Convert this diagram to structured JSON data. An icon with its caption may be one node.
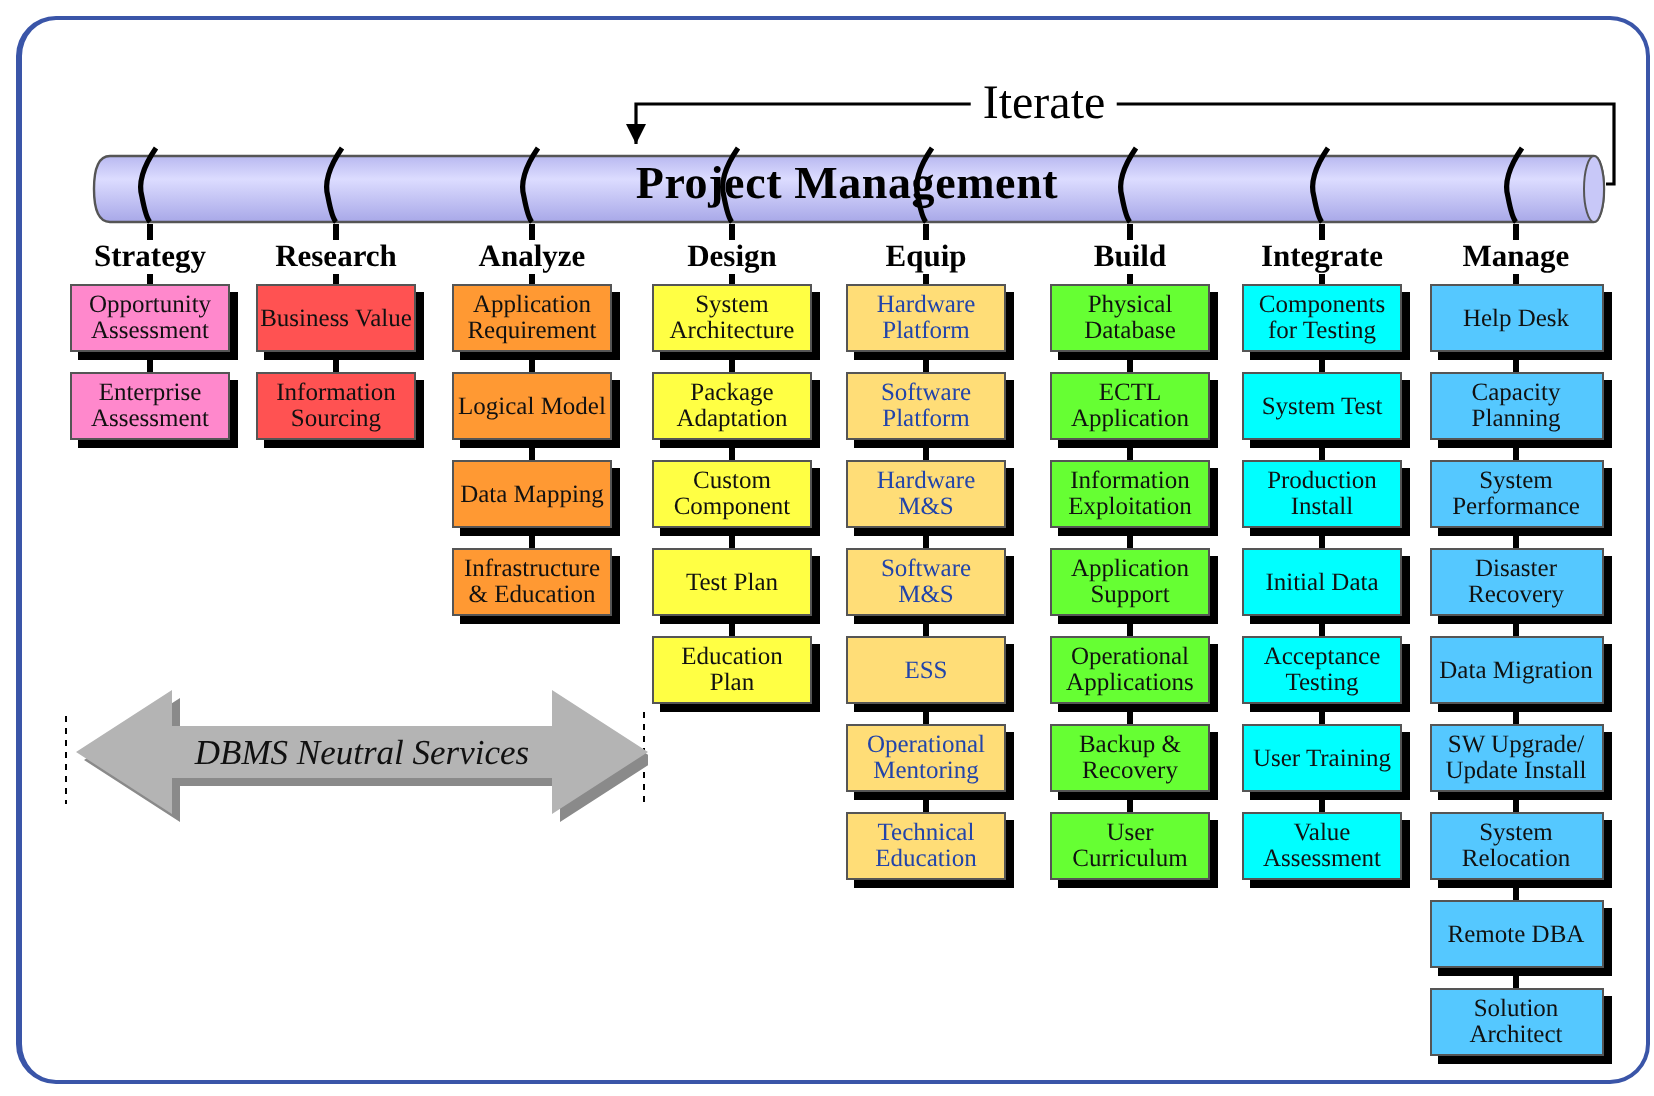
{
  "diagram": {
    "nodes": [
      {
        "text": [
          "Project Management"
        ]
      },
      {
        "text": [
          "Strategy"
        ]
      },
      {
        "text": [
          "Opportunity Assessment"
        ]
      },
      {
        "text": [
          "Enterprise Assessment"
        ]
      },
      {
        "text": [
          "Research"
        ]
      },
      {
        "text": [
          "Business Value"
        ]
      },
      {
        "text": [
          "Information Sourcing"
        ]
      },
      {
        "text": [
          "Analyze"
        ]
      },
      {
        "text": [
          "Application Requirement"
        ]
      },
      {
        "text": [
          "Logical Model"
        ]
      },
      {
        "text": [
          "Data Mapping"
        ]
      },
      {
        "text": [
          "Infrastructure & Education"
        ]
      },
      {
        "text": [
          "Design"
        ]
      },
      {
        "text": [
          "System Architecture"
        ]
      },
      {
        "text": [
          "Package Adaptation"
        ]
      },
      {
        "text": [
          "Custom Component"
        ]
      },
      {
        "text": [
          "Test Plan"
        ]
      },
      {
        "text": [
          "Education Plan"
        ]
      },
      {
        "text": [
          "Equip"
        ]
      },
      {
        "text": [
          "Hardware Platform"
        ]
      },
      {
        "text": [
          "Software Platform"
        ]
      },
      {
        "text": [
          "Hardware M&S"
        ]
      },
      {
        "text": [
          "Software M&S"
        ]
      },
      {
        "text": [
          "ESS"
        ]
      },
      {
        "text": [
          "Operational Mentoring"
        ]
      },
      {
        "text": [
          "Technical Education"
        ]
      },
      {
        "text": [
          "Build"
        ]
      },
      {
        "text": [
          "Physical Database"
        ]
      },
      {
        "text": [
          "ECTL Application"
        ]
      },
      {
        "text": [
          "Information Exploitation"
        ]
      },
      {
        "text": [
          "Application Support"
        ]
      },
      {
        "text": [
          "Operational Applications"
        ]
      },
      {
        "text": [
          "Backup & Recovery"
        ]
      },
      {
        "text": [
          "User Curriculum"
        ]
      },
      {
        "text": [
          "Integrate"
        ]
      },
      {
        "text": [
          "Components for Testing"
        ]
      },
      {
        "text": [
          "System Test"
        ]
      },
      {
        "text": [
          "Production Install"
        ]
      },
      {
        "text": [
          "Initial Data"
        ]
      },
      {
        "text": [
          "Acceptance Testing"
        ]
      },
      {
        "text": [
          "User Training"
        ]
      },
      {
        "text": [
          "Value Assessment"
        ]
      },
      {
        "text": [
          "Manage"
        ]
      },
      {
        "text": [
          "Help Desk"
        ]
      },
      {
        "text": [
          "Capacity Planning"
        ]
      },
      {
        "text": [
          "System Performance"
        ]
      },
      {
        "text": [
          "Disaster Recovery"
        ]
      },
      {
        "text": [
          "Data Migration"
        ]
      },
      {
        "text": [
          "SW Upgrade/ Update Install"
        ]
      },
      {
        "text": [
          "System Relocation"
        ]
      },
      {
        "text": [
          "Remote DBA"
        ]
      },
      {
        "text": [
          "Solution Architect"
        ]
      },
      {
        "text": [
          "DBMS Neutral Services"
        ]
      }
    ],
    "edges": [
      {
        "from": 0,
        "to": 0,
        "arrow": "to",
        "label": "Iterate"
      },
      {
        "from": 0,
        "to": 1,
        "arrow": "none"
      },
      {
        "from": 1,
        "to": 2,
        "arrow": "none"
      },
      {
        "from": 2,
        "to": 3,
        "arrow": "none"
      },
      {
        "from": 0,
        "to": 4,
        "arrow": "none"
      },
      {
        "from": 4,
        "to": 5,
        "arrow": "none"
      },
      {
        "from": 5,
        "to": 6,
        "arrow": "none"
      },
      {
        "from": 0,
        "to": 7,
        "arrow": "none"
      },
      {
        "from": 7,
        "to": 8,
        "arrow": "none"
      },
      {
        "from": 8,
        "to": 9,
        "arrow": "none"
      },
      {
        "from": 9,
        "to": 10,
        "arrow": "none"
      },
      {
        "from": 10,
        "to": 11,
        "arrow": "none"
      },
      {
        "from": 0,
        "to": 12,
        "arrow": "none"
      },
      {
        "from": 12,
        "to": 13,
        "arrow": "none"
      },
      {
        "from": 13,
        "to": 14,
        "arrow": "none"
      },
      {
        "from": 14,
        "to": 15,
        "arrow": "none"
      },
      {
        "from": 15,
        "to": 16,
        "arrow": "none"
      },
      {
        "from": 16,
        "to": 17,
        "arrow": "none"
      },
      {
        "from": 0,
        "to": 18,
        "arrow": "none"
      },
      {
        "from": 18,
        "to": 19,
        "arrow": "none"
      },
      {
        "from": 19,
        "to": 20,
        "arrow": "none"
      },
      {
        "from": 20,
        "to": 21,
        "arrow": "none"
      },
      {
        "from": 21,
        "to": 22,
        "arrow": "none"
      },
      {
        "from": 22,
        "to": 23,
        "arrow": "none"
      },
      {
        "from": 23,
        "to": 24,
        "arrow": "none"
      },
      {
        "from": 24,
        "to": 25,
        "arrow": "none"
      },
      {
        "from": 0,
        "to": 26,
        "arrow": "none"
      },
      {
        "from": 26,
        "to": 27,
        "arrow": "none"
      },
      {
        "from": 27,
        "to": 28,
        "arrow": "none"
      },
      {
        "from": 28,
        "to": 29,
        "arrow": "none"
      },
      {
        "from": 29,
        "to": 30,
        "arrow": "none"
      },
      {
        "from": 30,
        "to": 31,
        "arrow": "none"
      },
      {
        "from": 31,
        "to": 32,
        "arrow": "none"
      },
      {
        "from": 32,
        "to": 33,
        "arrow": "none"
      },
      {
        "from": 0,
        "to": 34,
        "arrow": "none"
      },
      {
        "from": 34,
        "to": 35,
        "arrow": "none"
      },
      {
        "from": 35,
        "to": 36,
        "arrow": "none"
      },
      {
        "from": 36,
        "to": 37,
        "arrow": "none"
      },
      {
        "from": 37,
        "to": 38,
        "arrow": "none"
      },
      {
        "from": 38,
        "to": 39,
        "arrow": "none"
      },
      {
        "from": 39,
        "to": 40,
        "arrow": "none"
      },
      {
        "from": 40,
        "to": 41,
        "arrow": "none"
      },
      {
        "from": 0,
        "to": 42,
        "arrow": "none"
      },
      {
        "from": 42,
        "to": 43,
        "arrow": "none"
      },
      {
        "from": 43,
        "to": 44,
        "arrow": "none"
      },
      {
        "from": 44,
        "to": 45,
        "arrow": "none"
      },
      {
        "from": 45,
        "to": 46,
        "arrow": "none"
      },
      {
        "from": 46,
        "to": 47,
        "arrow": "none"
      },
      {
        "from": 47,
        "to": 48,
        "arrow": "none"
      },
      {
        "from": 48,
        "to": 49,
        "arrow": "none"
      },
      {
        "from": 49,
        "to": 50,
        "arrow": "none"
      },
      {
        "from": 50,
        "to": 51,
        "arrow": "none"
      }
    ]
  }
}
